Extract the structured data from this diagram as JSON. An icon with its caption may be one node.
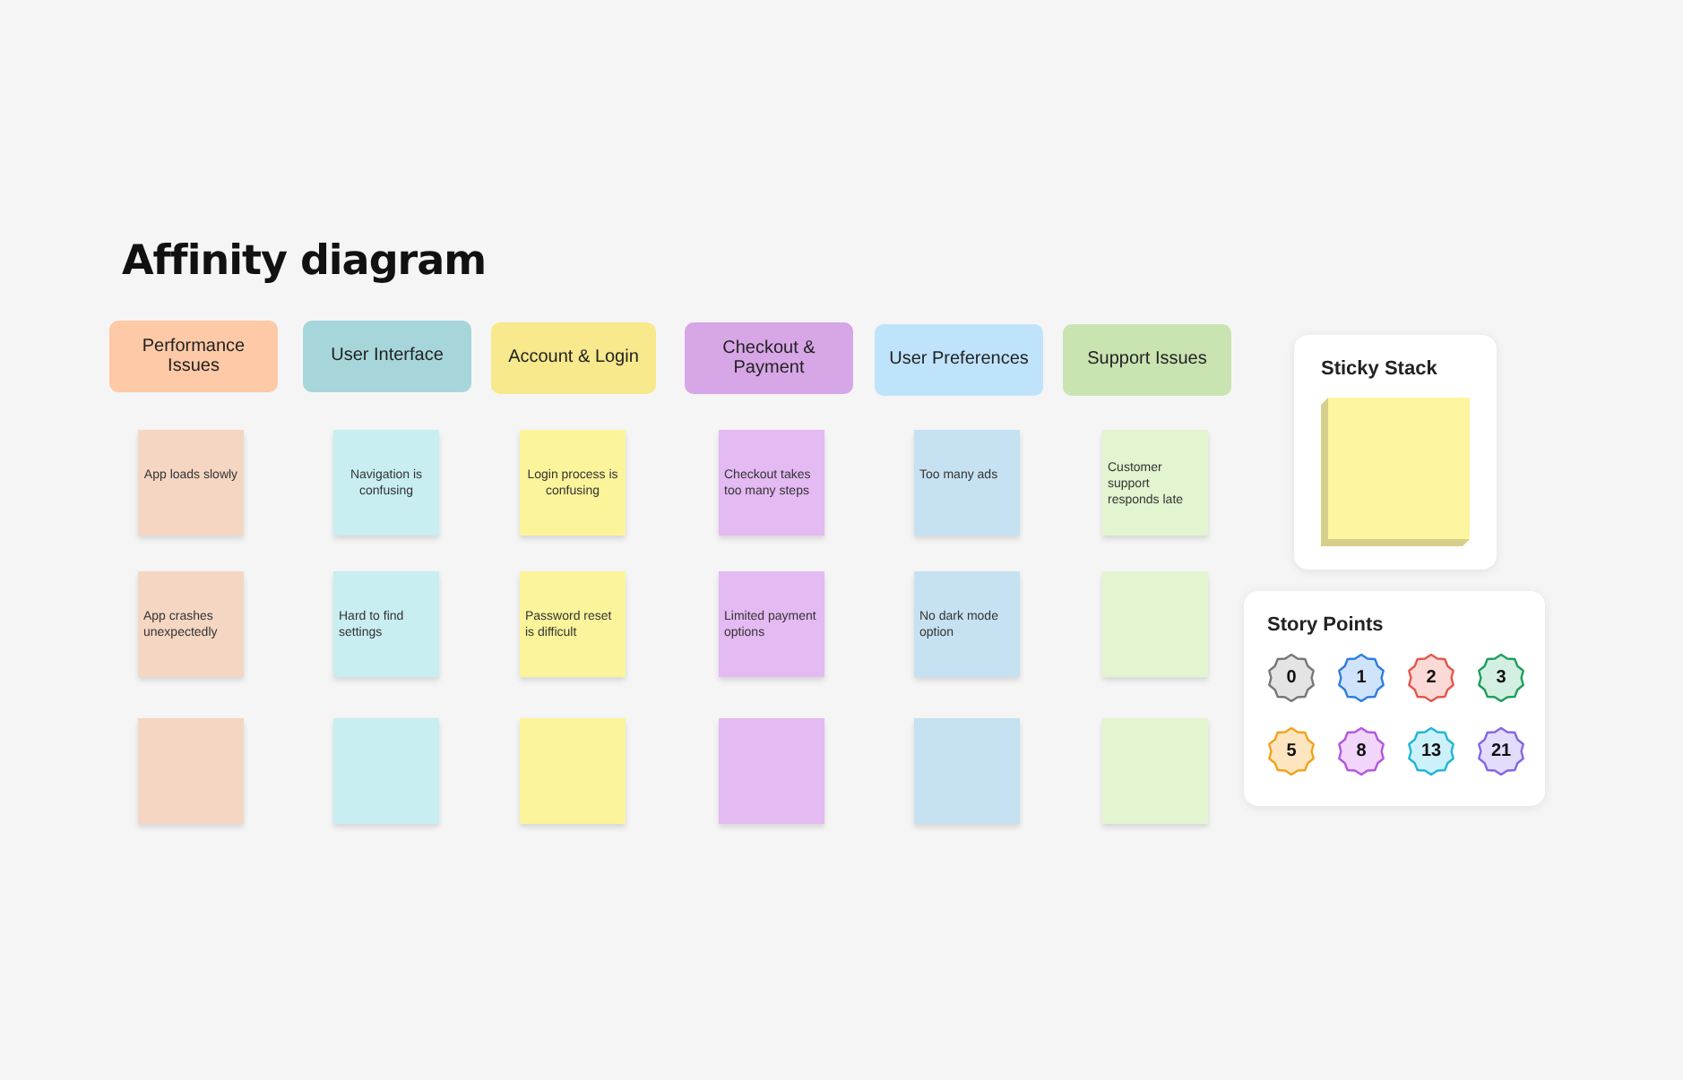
{
  "diagram": {
    "title": "Affinity diagram",
    "nodes": [
      {
        "text": [
          "Performance Issues"
        ]
      },
      {
        "text": [
          "User Interface"
        ]
      },
      {
        "text": [
          "Account & Login"
        ]
      },
      {
        "text": [
          "Checkout & Payment"
        ]
      },
      {
        "text": [
          "User Preferences"
        ]
      },
      {
        "text": [
          "Support Issues"
        ]
      },
      {
        "text": [
          "App loads slowly"
        ]
      },
      {
        "text": [
          "Navigation is confusing"
        ]
      },
      {
        "text": [
          "Login process is confusing"
        ]
      },
      {
        "text": [
          "Checkout takes too many steps"
        ]
      },
      {
        "text": [
          "Too many ads"
        ]
      },
      {
        "text": [
          "Customer support responds late"
        ]
      },
      {
        "text": [
          "App crashes unexpectedly"
        ]
      },
      {
        "text": [
          "Hard to find settings"
        ]
      },
      {
        "text": [
          "Password reset is difficult"
        ]
      },
      {
        "text": [
          "Limited payment options"
        ]
      },
      {
        "text": [
          "No dark mode option"
        ]
      },
      {
        "text": [],
        "shape": "box"
      },
      {
        "text": [],
        "shape": "box"
      },
      {
        "text": [],
        "shape": "box"
      },
      {
        "text": [],
        "shape": "box"
      },
      {
        "text": [],
        "shape": "box"
      },
      {
        "text": [],
        "shape": "box"
      },
      {
        "text": [],
        "shape": "box"
      },
      {
        "text": [
          "Sticky Stack"
        ]
      },
      {
        "text": [],
        "shape": "box",
        "in": 24
      },
      {
        "text": [
          "Story Points"
        ]
      },
      {
        "text": [
          "0"
        ],
        "in": 26
      },
      {
        "text": [
          "1"
        ],
        "in": 26
      },
      {
        "text": [
          "2"
        ],
        "in": 26
      },
      {
        "text": [
          "3"
        ],
        "in": 26
      },
      {
        "text": [
          "5"
        ],
        "in": 26
      },
      {
        "text": [
          "8"
        ],
        "in": 26
      },
      {
        "text": [
          "13"
        ],
        "in": 26
      },
      {
        "text": [
          "21"
        ],
        "in": 26
      }
    ]
  }
}
